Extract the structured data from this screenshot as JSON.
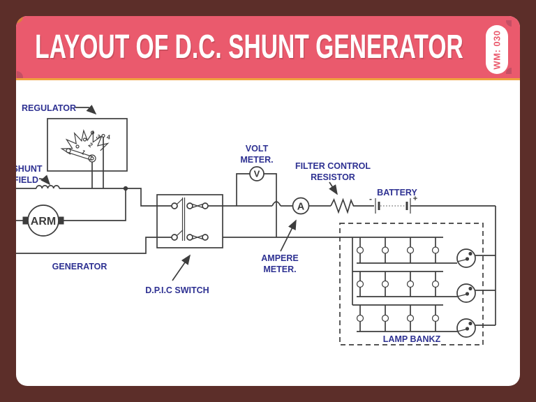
{
  "header": {
    "title": "LAYOUT OF D.C. SHUNT GENERATOR",
    "badge": "WM: 030",
    "banner_color": "#ea5a6d",
    "underline_color": "#efa23f",
    "frame_color": "#5c2e29"
  },
  "labels": {
    "regulator": "REGULATOR",
    "shunt_field_line1": "SHUNT",
    "shunt_field_line2": "FIELD",
    "generator": "GENERATOR",
    "dpic_switch": "D.P.I.C SWITCH",
    "volt_meter_line1": "VOLT",
    "volt_meter_line2": "METER.",
    "ampere_meter_line1": "AMPERE",
    "ampere_meter_line2": "METER.",
    "filter_line1": "FILTER CONTROL",
    "filter_line2": "RESISTOR",
    "battery": "BATTERY",
    "lamp_bank": "LAMP BANKZ"
  },
  "components": {
    "armature": "ARM",
    "volt_meter_symbol": "V",
    "ampere_meter_symbol": "A",
    "battery_minus": "-",
    "battery_plus": "+",
    "regulator_taps": [
      "1",
      "2",
      "3",
      "4"
    ]
  },
  "colors": {
    "label_text": "#2e3192",
    "line": "#3d3d3d"
  }
}
